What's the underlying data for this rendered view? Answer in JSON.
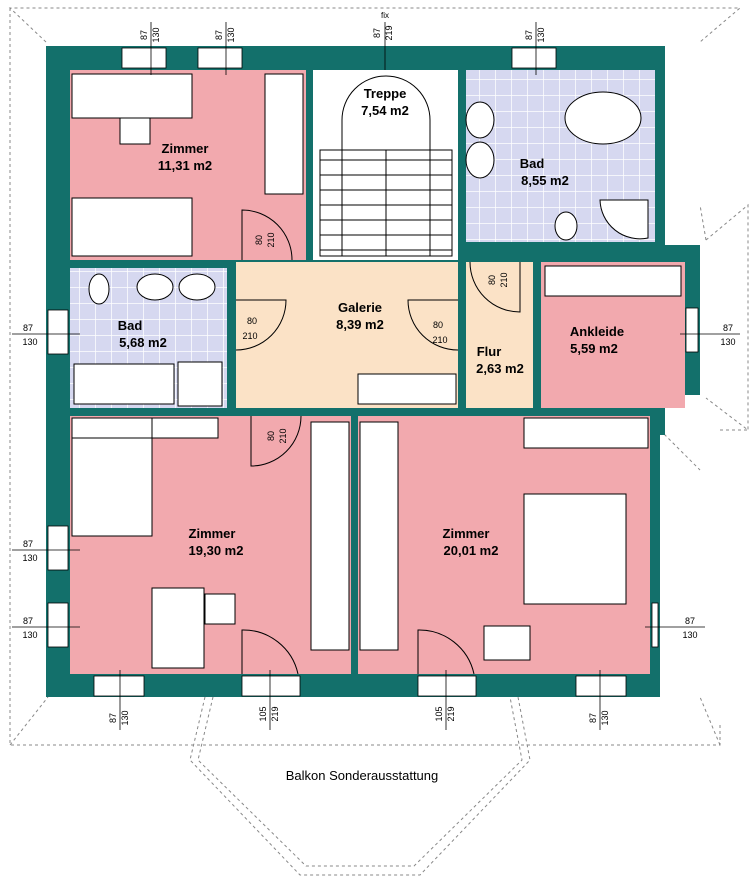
{
  "colors": {
    "wall": "#13706b",
    "room_pink": "#f2a9ae",
    "tile_blue": "#d6d8f0",
    "galerie": "#fbe2c6",
    "flur": "#fbe2c6",
    "treppe": "#ffffff"
  },
  "rooms": {
    "zimmer_nw": {
      "name": "Zimmer",
      "area": "11,31 m2"
    },
    "treppe": {
      "name": "Treppe",
      "area": "7,54 m2"
    },
    "bad_ne": {
      "name": "Bad",
      "area": "8,55 m2"
    },
    "bad_w": {
      "name": "Bad",
      "area": "5,68 m2"
    },
    "galerie": {
      "name": "Galerie",
      "area": "8,39 m2"
    },
    "flur": {
      "name": "Flur",
      "area": "2,63 m2"
    },
    "ankleide": {
      "name": "Ankleide",
      "area": "5,59 m2"
    },
    "zimmer_sw": {
      "name": "Zimmer",
      "area": "19,30 m2"
    },
    "zimmer_se": {
      "name": "Zimmer",
      "area": "20,01 m2"
    }
  },
  "window_dims": {
    "top1": {
      "w": "87",
      "h": "130"
    },
    "top2": {
      "w": "87",
      "h": "130"
    },
    "top3": {
      "w": "87",
      "h": "219",
      "extra": "fix"
    },
    "top4": {
      "w": "87",
      "h": "130"
    },
    "left1": {
      "w": "87",
      "h": "130"
    },
    "left2": {
      "w": "87",
      "h": "130"
    },
    "left3": {
      "w": "87",
      "h": "130"
    },
    "right1": {
      "w": "87",
      "h": "130"
    },
    "right2": {
      "w": "87",
      "h": "130"
    },
    "bottom1": {
      "w": "87",
      "h": "130"
    },
    "bottom2": {
      "w": "105",
      "h": "219"
    },
    "bottom3": {
      "w": "105",
      "h": "219"
    },
    "bottom4": {
      "w": "87",
      "h": "130"
    }
  },
  "door_dims": {
    "d1": {
      "w": "80",
      "h": "210"
    },
    "d2": {
      "w": "80",
      "h": "210"
    },
    "d3": {
      "w": "80",
      "h": "210"
    },
    "d4": {
      "w": "80",
      "h": "210"
    },
    "d5": {
      "w": "80",
      "h": "210"
    }
  },
  "balcony_caption": "Balkon Sonderausstattung"
}
